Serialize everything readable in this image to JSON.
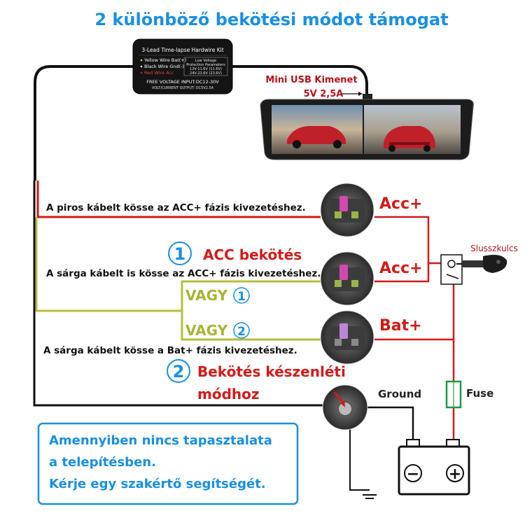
{
  "title": "2 különböző bekötési módot támogat",
  "kit": {
    "name": "3-Lead Time-lapse Hardwire Kit",
    "wire_yellow": "Yellow Wire Bat(+)",
    "wire_black": "Black Wire Gnd(-)",
    "wire_red": "Red Wire Acc",
    "protect_title": "Low Voltage",
    "protect_sub": "Protection Parameters",
    "protect_1": "12V-11.6V (11.6V)",
    "protect_2": "24V-23.6V (23.6V)",
    "input": "FREE VOLTAGE INPUT:DC12-30V",
    "output": "VOLT/CURRENT OUTPUT: DC5V2.5A"
  },
  "usb_label_line1": "Mini USB Kimenet",
  "usb_label_line2": "5V 2,5A",
  "instructions": {
    "red": "A piros kábelt kösse az ACC+ fázis kivezetéshez.",
    "yellow_acc": "A sárga kábelt is kösse az ACC+ fázis kivezetéshez.",
    "yellow_bat": "A sárga kábelt kösse a Bat+ fázis kivezetéshez."
  },
  "mode1": {
    "number": "1",
    "label": "ACC bekötés"
  },
  "mode2": {
    "number": "2",
    "label_line1": "Bekötés készenléti",
    "label_line2": "módhoz"
  },
  "vagy1": {
    "text": "VAGY",
    "number": "1"
  },
  "vagy2": {
    "text": "VAGY",
    "number": "2"
  },
  "fuse_labels": {
    "acc1": "Acc+",
    "acc2": "Acc+",
    "bat": "Bat+"
  },
  "ignition_label": "Slusszkulcs",
  "ground_label": "Ground",
  "fuse_label": "Fuse",
  "battery": {
    "minus": "−",
    "plus": "+"
  },
  "note": {
    "line1": "Amennyiben nincs tapasztalata",
    "line2": "a telepítésben.",
    "line3": "Kérje egy  szakértő segítségét."
  },
  "colors": {
    "accent_blue": "#1a8fe0",
    "red_wire": "#d21a1a",
    "yellow_wire": "#b6bf3a",
    "black_wire": "#111111",
    "green_fuse": "#1e9a48",
    "dark_red": "#b3141a"
  }
}
